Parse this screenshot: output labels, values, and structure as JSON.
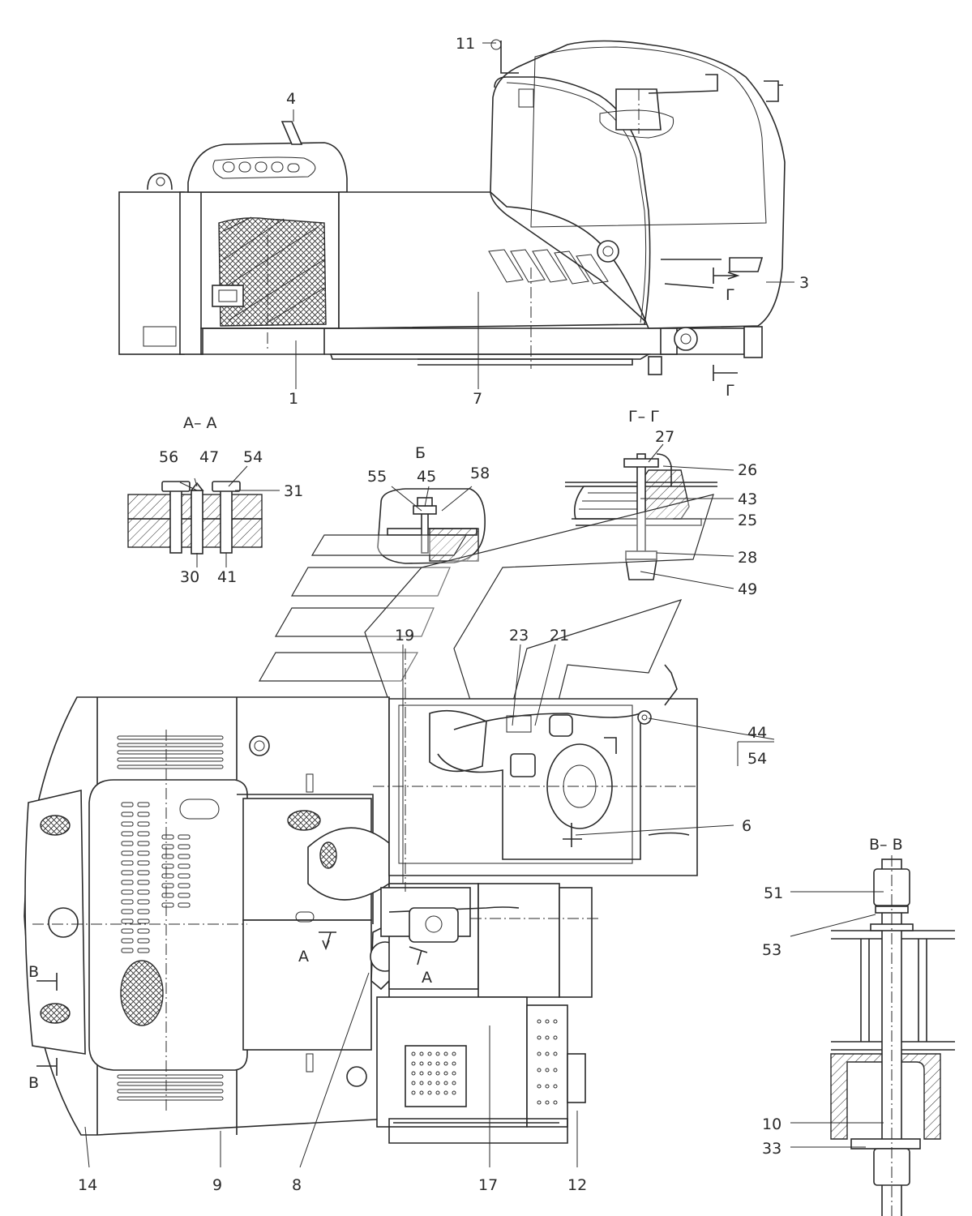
{
  "callouts": {
    "n1": "1",
    "n3": "3",
    "n4": "4",
    "n6": "6",
    "n7": "7",
    "n8": "8",
    "n9": "9",
    "n10": "10",
    "n11": "11",
    "n12": "12",
    "n14": "14",
    "n17": "17",
    "n19": "19",
    "n21": "21",
    "n23": "23",
    "n25": "25",
    "n26": "26",
    "n27": "27",
    "n28": "28",
    "n30": "30",
    "n31": "31",
    "n33": "33",
    "n41": "41",
    "n43": "43",
    "n44": "44",
    "n45": "45",
    "n47": "47",
    "n49": "49",
    "n51": "51",
    "n53": "53",
    "n54a": "54",
    "n54b": "54",
    "n55": "55",
    "n56": "56",
    "n58": "58"
  },
  "sections": {
    "aa_title": "А– А",
    "gg_title": "Г– Г",
    "bb_title": "Б",
    "vv_title": "В– В",
    "mark_a1": "А",
    "mark_a2": "А",
    "mark_v1": "В",
    "mark_v2": "В",
    "mark_g1": "Г",
    "mark_g2": "Г"
  }
}
